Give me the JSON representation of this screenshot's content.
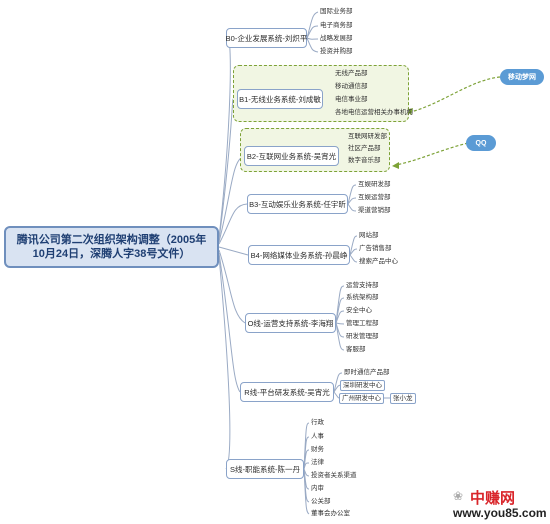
{
  "root": "腾讯公司第二次组织架构调整（2005年10月24日，深腾人字38号文件）",
  "branches": [
    {
      "label": "B0-企业发展系统-刘炽平",
      "items": [
        "国际业务部",
        "电子商务部",
        "战略发展部",
        "投资并购部"
      ]
    },
    {
      "label": "B1-无线业务系统-刘成敏",
      "items": [
        "无线产品部",
        "移动通信部",
        "电信事业部",
        "各地电信运营相关办事机构"
      ]
    },
    {
      "label": "B2-互联网业务系统-吴宵光",
      "items": [
        "互联网研发部",
        "社区产品部",
        "数字音乐部"
      ]
    },
    {
      "label": "B3-互动娱乐业务系统-任宇昕",
      "items": [
        "互娱研发部",
        "互娱运营部",
        "渠道营销部"
      ]
    },
    {
      "label": "B4-网络媒体业务系统-孙晨峥",
      "items": [
        "网站部",
        "广告销售部",
        "搜索产品中心"
      ]
    },
    {
      "label": "O线-运营支持系统-李海翔",
      "items": [
        "运营支持部",
        "系统架构部",
        "安全中心",
        "管理工程部",
        "研发管理部",
        "客服部"
      ]
    },
    {
      "label": "R线-平台研发系统-吴宵光",
      "items": [
        "即时通信产品部",
        "深圳研发中心",
        "广州研发中心"
      ],
      "sub": "张小龙"
    },
    {
      "label": "S线-职能系统-陈一丹",
      "items": [
        "行政",
        "人事",
        "财务",
        "法律",
        "投资者关系渠道",
        "内审",
        "公关部",
        "董事会办公室"
      ]
    }
  ],
  "tags": [
    "移动梦网",
    "QQ"
  ],
  "watermark": {
    "brand": "中赚网",
    "url": "www.you85.com"
  }
}
